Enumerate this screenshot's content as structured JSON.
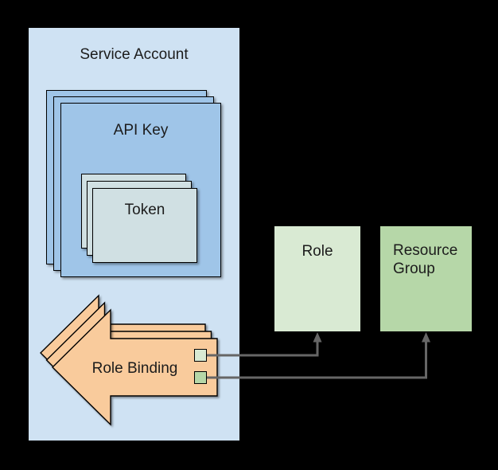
{
  "background": "#000000",
  "text_color": "#1c1c1c",
  "nodes": {
    "service_account": {
      "label": "Service Account",
      "fill": "#cfe2f3"
    },
    "api_key": {
      "label": "API Key",
      "fill": "#9fc5e8",
      "stack": 3
    },
    "token": {
      "label": "Token",
      "fill": "#d0e0e3",
      "stack": 3
    },
    "role_binding": {
      "label": "Role Binding",
      "fill": "#f9cb9c",
      "stack": 3,
      "refs": [
        {
          "name": "role-ref",
          "fill": "#d9ead3"
        },
        {
          "name": "resource-group-ref",
          "fill": "#b6d7a8"
        }
      ]
    },
    "role": {
      "label": "Role",
      "fill": "#d9ead3"
    },
    "resource_group": {
      "label": "Resource Group",
      "fill": "#b6d7a8"
    }
  },
  "connectors": {
    "color": "#666666"
  }
}
